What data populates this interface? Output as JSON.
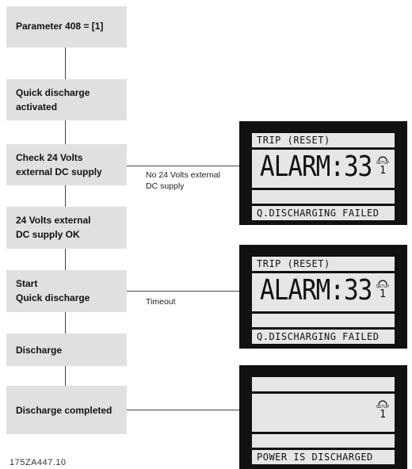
{
  "flow": {
    "step1": "Parameter 408 = [1]",
    "step2_line1": "Quick discharge",
    "step2_line2": "activated",
    "step3_line1": "Check 24 Volts",
    "step3_line2": "external DC supply",
    "step4_line1": "24 Volts external",
    "step4_line2": "DC supply OK",
    "step5_line1": "Start",
    "step5_line2": "Quick discharge",
    "step6": "Discharge",
    "step7": "Discharge completed"
  },
  "branches": {
    "no_supply_line1": "No 24 Volts external",
    "no_supply_line2": "DC supply",
    "timeout": "Timeout"
  },
  "displays": {
    "alarm1": {
      "top": "TRIP (RESET)",
      "main": "ALARM:33",
      "setup_word": "SETUP",
      "setup_num": "1",
      "bottom": "Q.DISCHARGING FAILED"
    },
    "alarm2": {
      "top": "TRIP (RESET)",
      "main": "ALARM:33",
      "setup_word": "SETUP",
      "setup_num": "1",
      "bottom": "Q.DISCHARGING FAILED"
    },
    "done": {
      "setup_word": "SETUP",
      "setup_num": "1",
      "bottom": "POWER IS DISCHARGED"
    }
  },
  "caption": "175ZA447.10"
}
